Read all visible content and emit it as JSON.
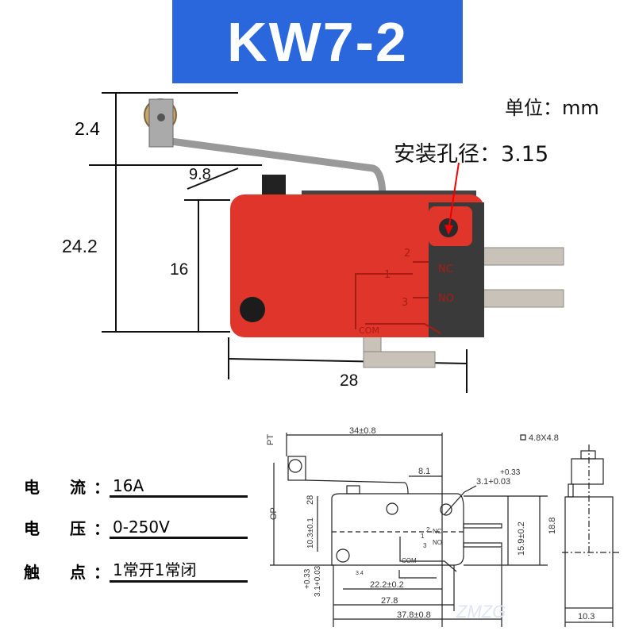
{
  "title": "KW7-2",
  "unit": "单位：mm",
  "mounting_hole": "安装孔径：3.15",
  "photo_dims": {
    "d1": "2.4",
    "d2": "24.2",
    "d3": "9.8",
    "d4": "16",
    "d5": "28"
  },
  "terminal_labels": {
    "t1": "1",
    "t2": "2",
    "t3": "3",
    "nc": "NC",
    "no": "NO",
    "com": "COM"
  },
  "specs": [
    {
      "k1": "电",
      "k2": "流",
      "value": "16A"
    },
    {
      "k1": "电",
      "k2": "压",
      "value": "0-250V"
    },
    {
      "k1": "触",
      "k2": "点",
      "value": "1常开1常闭"
    }
  ],
  "drawing": {
    "pt": "PT",
    "op": "OP",
    "w34": "34±0.8",
    "w81": "8.1",
    "hole_tol": "3.1+0.03",
    "hole_tol_up": "+0.33",
    "h28": "28",
    "h103": "10.3±0.1",
    "h159": "15.9±0.2",
    "h188": "18.8",
    "nc": "NC",
    "no": "NO",
    "com": "COM",
    "n1": "1",
    "n2": "2",
    "n3": "3",
    "w34b": "3.4",
    "w222": "22.2±0.2",
    "w278": "27.8",
    "w378": "37.8±0.8",
    "left_tol": "3.1+0.03",
    "left_tol_up": "+0.33",
    "sq": "4.8X4.8",
    "w103": "10.3",
    "watermark": "ZMZG"
  },
  "colors": {
    "title_bg": "#2b67dc",
    "body_red": "#e0352b"
  }
}
